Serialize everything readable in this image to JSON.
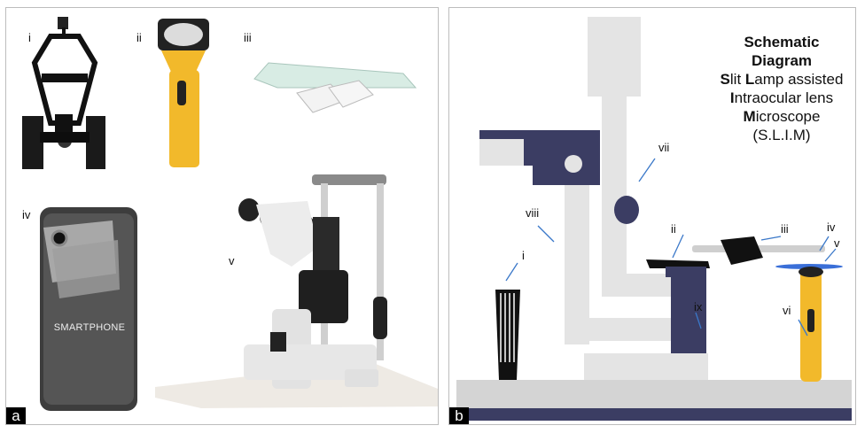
{
  "panel_a": {
    "letter": "a",
    "labels": {
      "i": "i",
      "ii": "ii",
      "iii": "iii",
      "iv": "iv",
      "v": "v"
    },
    "phone_text": "SMARTPHONE"
  },
  "panel_b": {
    "letter": "b",
    "title_lines": [
      "Schematic",
      "Diagram"
    ],
    "subtitle_lines": [
      {
        "bold": "S",
        "rest": "lit "
      },
      {
        "bold": "L",
        "rest": "amp assisted"
      },
      {
        "bold": "I",
        "rest": "ntraocular lens"
      },
      {
        "bold": "M",
        "rest": "icroscope"
      }
    ],
    "abbrev": "(S.L.I.M)",
    "labels": {
      "i": "i",
      "ii": "ii",
      "iii": "iii",
      "iv": "iv",
      "v": "v",
      "vi": "vi",
      "vii": "vii",
      "viii": "viii",
      "ix": "ix"
    }
  },
  "colors": {
    "navy": "#3b3d63",
    "light_grey": "#e4e4e4",
    "mid_grey": "#cfcfcf",
    "yellow": "#f2b92b",
    "blue_disc": "#3a6fd8",
    "arrow_blue": "#3a78c9"
  }
}
